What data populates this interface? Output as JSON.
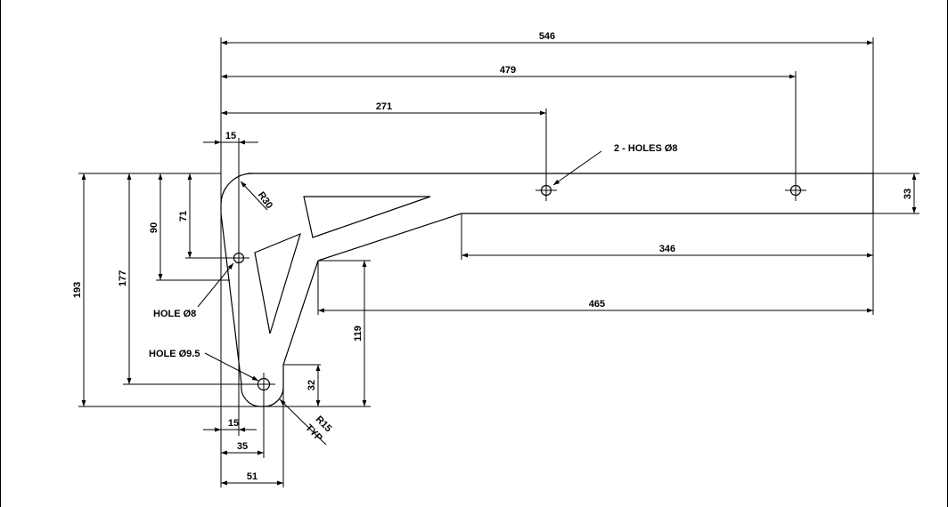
{
  "drawing": {
    "dimensions": {
      "d546": "546",
      "d479": "479",
      "d271": "271",
      "d15_top": "15",
      "d33": "33",
      "d346": "346",
      "d465": "465",
      "d193": "193",
      "d177": "177",
      "d90": "90",
      "d71": "71",
      "d119": "119",
      "d32": "32",
      "d15_bottom": "15",
      "d35": "35",
      "d51": "51",
      "r30": "R30",
      "r15": "R15",
      "typ": "TYP"
    },
    "callouts": {
      "holes_2": "2 - HOLES Ø8",
      "hole_8": "HOLE Ø8",
      "hole_9_5": "HOLE Ø9.5"
    }
  }
}
